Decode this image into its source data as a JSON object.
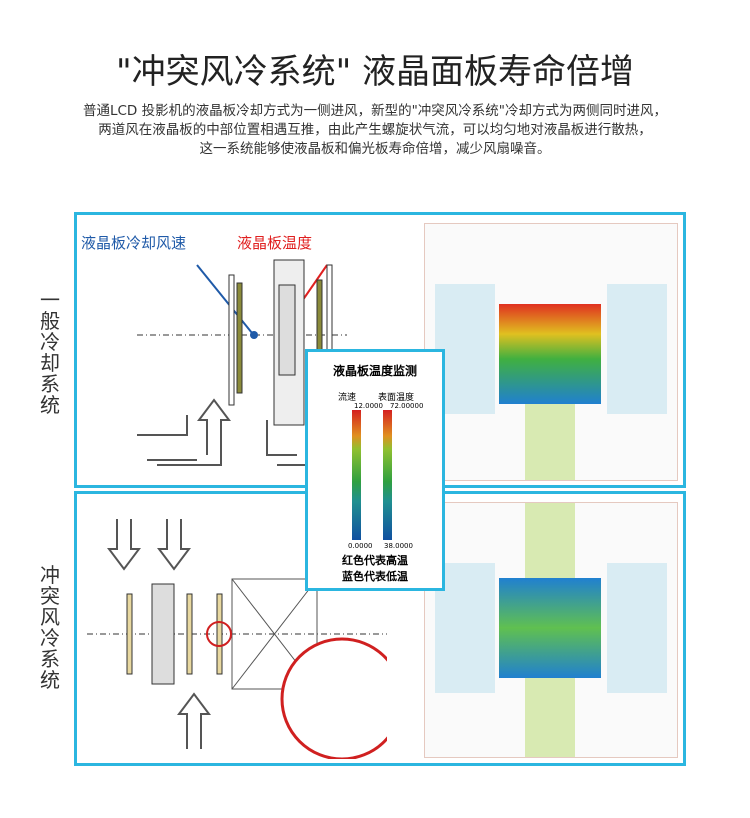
{
  "title": "\"冲突风冷系统\" 液晶面板寿命倍增",
  "description": [
    "普通LCD 投影机的液晶板冷却方式为一侧进风，新型的\"冲突风冷系统\"冷却方式为两侧同时进风，",
    "两道风在液晶板的中部位置相遇互推，由此产生螺旋状气流，可以均匀地对液晶板进行散热，",
    "这一系统能够使液晶板和偏光板寿命倍增，减少风扇噪音。"
  ],
  "panels": [
    {
      "side_label": "一般冷却系统",
      "labels": {
        "speed": "液晶板冷却风速",
        "temp": "液晶板温度"
      }
    },
    {
      "side_label": "冲突风冷系统"
    }
  ],
  "legend": {
    "title": "液晶板温度监测",
    "col1": "流速",
    "col2": "表面温度",
    "col1_max": "12.0000",
    "col2_max": "72.00000",
    "col1_min": "0.0000",
    "col2_min": "38.0000",
    "note1": "红色代表高温",
    "note2": "蓝色代表低温"
  },
  "colors": {
    "accent": "#2bb6e0",
    "blue_label": "#1f5aa8",
    "red_label": "#e02020"
  }
}
